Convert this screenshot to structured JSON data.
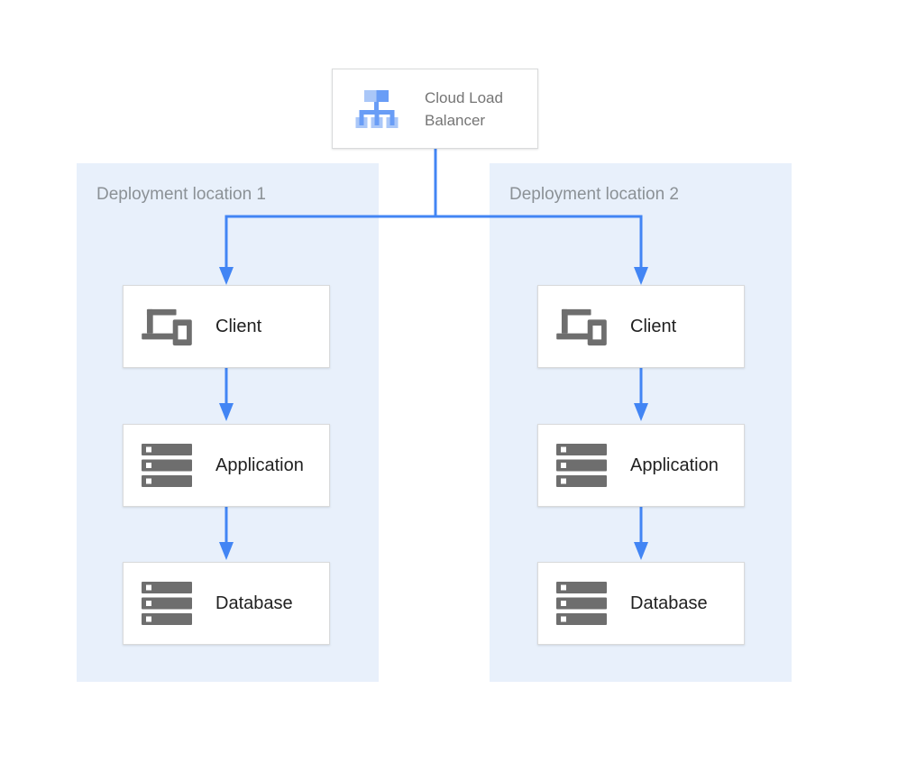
{
  "load_balancer": {
    "label": "Cloud Load Balancer",
    "icon": "load-balancer-icon"
  },
  "regions": [
    {
      "label": "Deployment location 1",
      "nodes": [
        {
          "label": "Client",
          "icon": "devices-icon"
        },
        {
          "label": "Application",
          "icon": "server-stack-icon"
        },
        {
          "label": "Database",
          "icon": "server-stack-icon"
        }
      ]
    },
    {
      "label": "Deployment location 2",
      "nodes": [
        {
          "label": "Client",
          "icon": "devices-icon"
        },
        {
          "label": "Application",
          "icon": "server-stack-icon"
        },
        {
          "label": "Database",
          "icon": "server-stack-icon"
        }
      ]
    }
  ],
  "connections": [
    "Cloud Load Balancer -> Client (Deployment location 1)",
    "Cloud Load Balancer -> Client (Deployment location 2)",
    "Client -> Application (Deployment location 1)",
    "Application -> Database (Deployment location 1)",
    "Client -> Application (Deployment location 2)",
    "Application -> Database (Deployment location 2)"
  ],
  "colors": {
    "connector_blue": "#4285f4",
    "region_background": "#e8f0fb",
    "node_background": "#ffffff",
    "node_border": "#d9dadb",
    "node_label_text": "#212121",
    "region_label_text": "#8b9196",
    "lb_label_text": "#757575",
    "icon_gray": "#6e6e6e",
    "lb_icon_light": "#aac7f8",
    "lb_icon_medium": "#699df6"
  }
}
